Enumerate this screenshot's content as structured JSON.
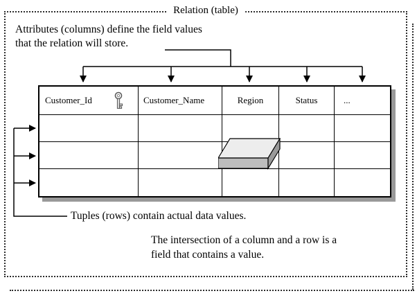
{
  "diagram": {
    "title": "Relation (table)",
    "attributes_note": {
      "line1": "Attributes (columns) define the field values",
      "line2": "that the relation will store."
    },
    "tuples_note": "Tuples (rows) contain actual data values.",
    "intersection_note": {
      "line1": "The intersection of a column and a row is a",
      "line2": "field that contains a value."
    },
    "table": {
      "columns": [
        "Customer_Id",
        "Customer_Name",
        "Region",
        "Status",
        "..."
      ],
      "body_row_count": 3,
      "key_icon": "key-icon",
      "field_box_icon": "3d-field-box"
    },
    "colors": {
      "line": "#000000",
      "table_shadow": "#999999",
      "box_top": "#ededed",
      "box_front": "#bdbdbd",
      "box_side": "#9a9a9a"
    }
  }
}
